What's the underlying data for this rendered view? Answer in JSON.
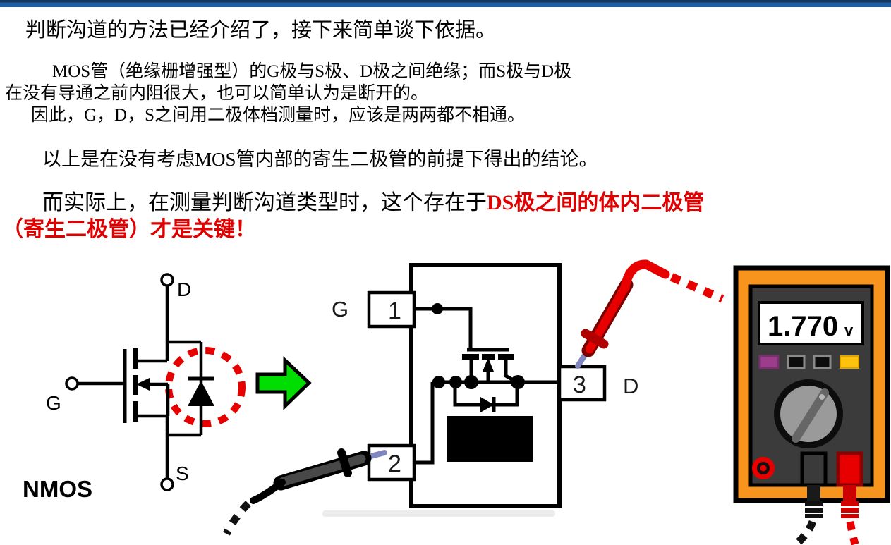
{
  "slide": {
    "top_bar_dark": "#16365c",
    "top_bar_blue": "#1f5ea8",
    "red_accent": "#e00000"
  },
  "paragraphs": {
    "p1": "判断沟道的方法已经介绍了，接下来简单谈下依据。",
    "p2a": "MOS管（绝缘栅增强型）的G极与S极、D极之间绝缘；而S极与D极",
    "p2b": "在没有导通之前内阻很大，也可以简单认为是断开的。",
    "p2c": "因此，G，D，S之间用二极体档测量时，应该是两两都不相通。",
    "p3": "以上是在没有考虑MOS管内部的寄生二极管的前提下得出的结论。",
    "p4a": "而实际上，在测量判断沟道类型时，这个存在于",
    "p4b": "DS极之间的体内二极管",
    "p4c": "（寄生二极管）才是关键！"
  },
  "nmos": {
    "label": "NMOS",
    "drain": "D",
    "gate": "G",
    "source": "S",
    "highlight_color": "#e60000"
  },
  "package": {
    "pin1": "1",
    "pin2": "2",
    "pin3": "3",
    "gate_label": "G",
    "drain_label": "D"
  },
  "arrow": {
    "color": "#00dd00"
  },
  "probes": {
    "red_color": "#e80000",
    "black_color": "#111111",
    "tip_color": "#8087c0"
  },
  "multimeter": {
    "reading": "1.770",
    "unit": "v",
    "body_color": "#f7941e",
    "panel_color": "#3b3b3b",
    "buttons": [
      "#9b3d8a",
      "#0d0d0d",
      "#0d0d0d",
      "#ffc20e"
    ],
    "knob_color": "#9a9a9a"
  }
}
